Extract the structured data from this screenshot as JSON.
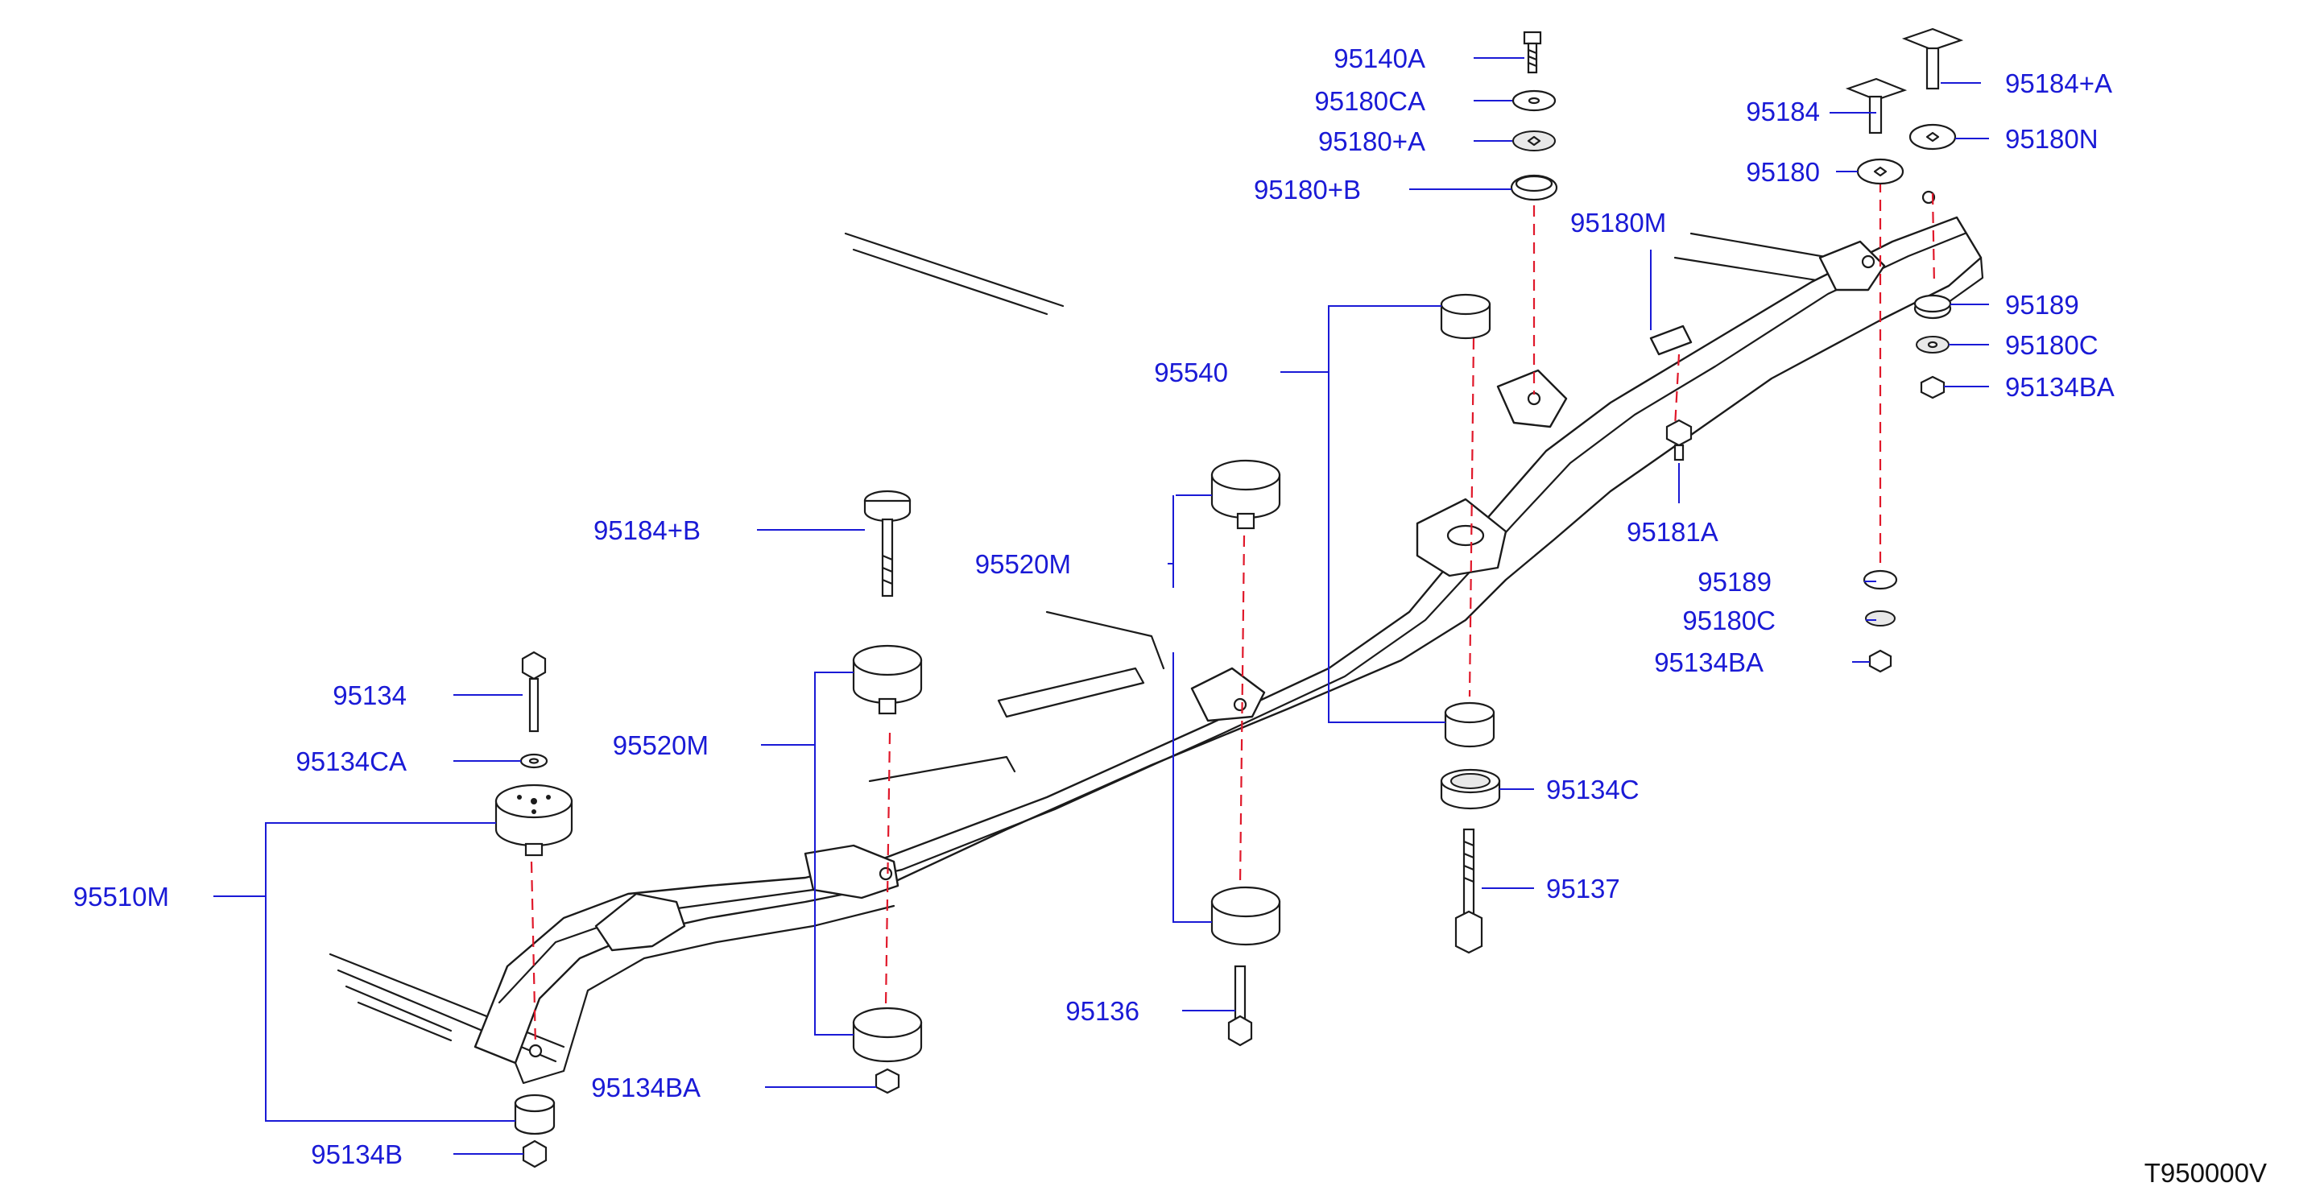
{
  "drawing": {
    "reference_code": "T950000V",
    "callouts": {
      "c95140A": "95140A",
      "c95180CA": "95180CA",
      "c95180pA": "95180+A",
      "c95180pB": "95180+B",
      "c95184_top": "95184",
      "c95184pA": "95184+A",
      "c95180_top": "95180",
      "c95180N": "95180N",
      "c95180M": "95180M",
      "c95189_upper": "95189",
      "c95180C_upper": "95180C",
      "c95134BA_upper": "95134BA",
      "c95540": "95540",
      "c95181A": "95181A",
      "c95184pB": "95184+B",
      "c95520M_upper": "95520M",
      "c95189_lower": "95189",
      "c95180C_lower": "95180C",
      "c95134BA_mid": "95134BA",
      "c95134": "95134",
      "c95520M_lower": "95520M",
      "c95134C": "95134C",
      "c95134CA": "95134CA",
      "c95510M": "95510M",
      "c95137": "95137",
      "c95136": "95136",
      "c95134BA_lower": "95134BA",
      "c95134B": "95134B"
    }
  }
}
